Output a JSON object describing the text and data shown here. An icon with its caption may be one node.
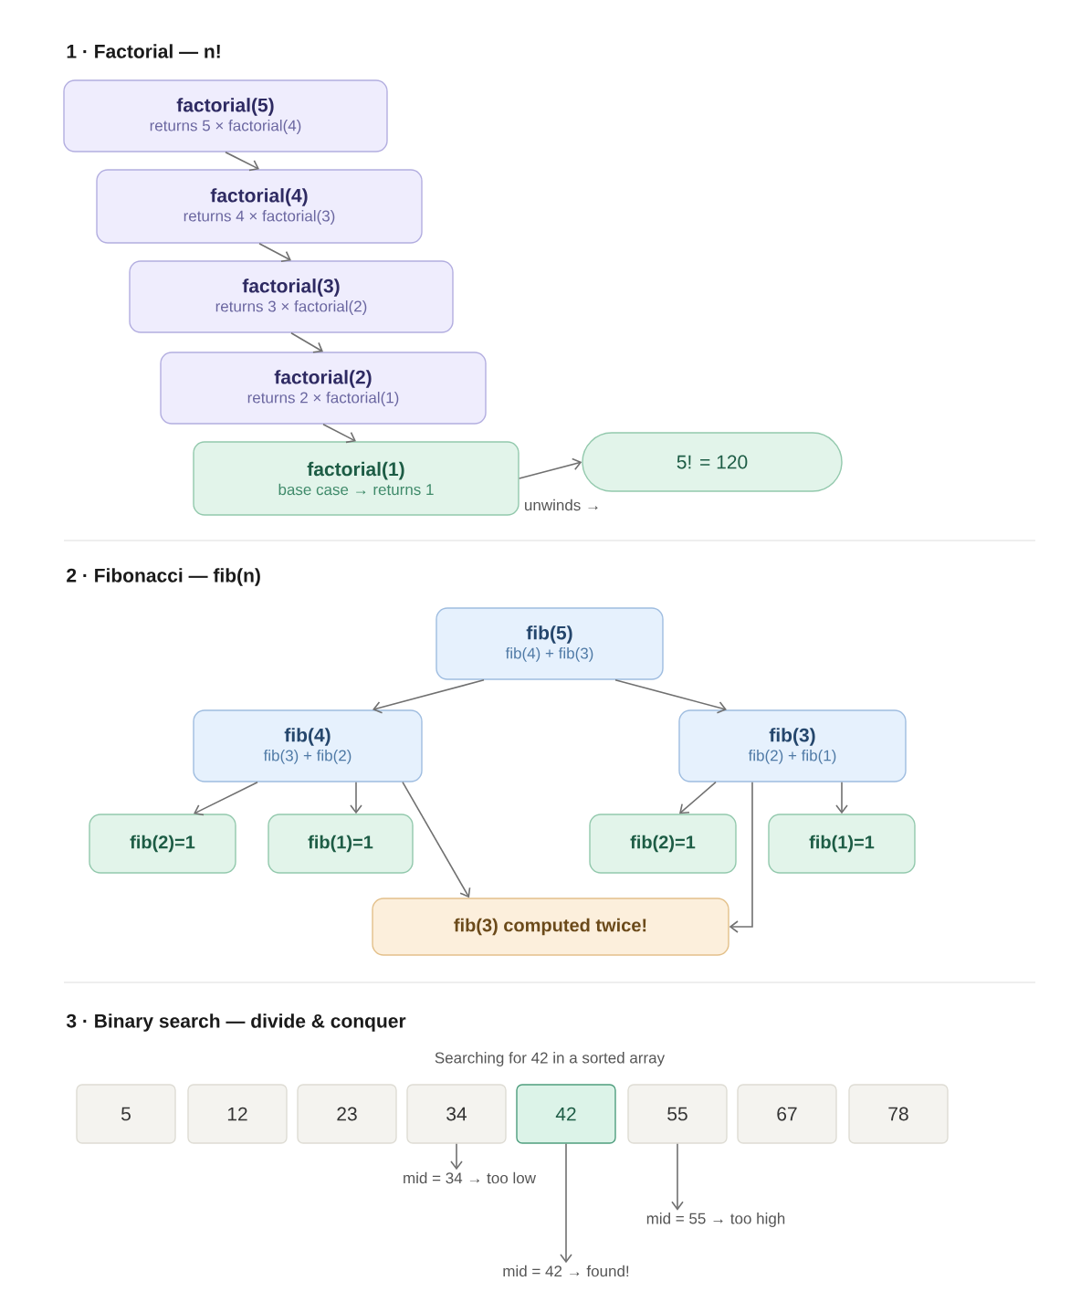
{
  "diagram": {
    "nodes": [
      {
        "text": [
          "factorial(5)",
          "returns 5 × factorial(4)"
        ]
      },
      {
        "text": [
          "factorial(4)",
          "returns 4 × factorial(3)"
        ]
      },
      {
        "text": [
          "factorial(3)",
          "returns 3 × factorial(2)"
        ]
      },
      {
        "text": [
          "factorial(2)",
          "returns 2 × factorial(1)"
        ]
      },
      {
        "text": [
          "factorial(1)",
          "base case → returns 1"
        ]
      },
      {
        "text": [
          "5! = 120"
        ]
      },
      {
        "text": [
          "fib(5)",
          "fib(4) + fib(3)"
        ]
      },
      {
        "text": [
          "fib(4)",
          "fib(3) + fib(2)"
        ]
      },
      {
        "text": [
          "fib(3)",
          "fib(2) + fib(1)"
        ]
      },
      {
        "text": [
          "fib(2)=1"
        ]
      },
      {
        "text": [
          "fib(1)=1"
        ]
      },
      {
        "text": [
          "fib(2)=1"
        ]
      },
      {
        "text": [
          "fib(1)=1"
        ]
      },
      {
        "text": [
          "fib(3) computed twice!"
        ]
      },
      {
        "text": [
          "5"
        ]
      },
      {
        "text": [
          "12"
        ]
      },
      {
        "text": [
          "23"
        ]
      },
      {
        "text": [
          "34"
        ]
      },
      {
        "text": [
          "42"
        ]
      },
      {
        "text": [
          "55"
        ]
      },
      {
        "text": [
          "67"
        ]
      },
      {
        "text": [
          "78"
        ]
      },
      {
        "text": [
          "mid = 34 → too low"
        ]
      },
      {
        "text": [
          "mid = 42 → found!"
        ]
      },
      {
        "text": [
          "mid = 55 → too high"
        ]
      }
    ],
    "edges": [
      {
        "from": 0,
        "to": 1,
        "arrow": "to"
      },
      {
        "from": 1,
        "to": 2,
        "arrow": "to"
      },
      {
        "from": 2,
        "to": 3,
        "arrow": "to"
      },
      {
        "from": 3,
        "to": 4,
        "arrow": "to"
      },
      {
        "from": 4,
        "to": 5,
        "arrow": "to",
        "label": "unwinds →"
      },
      {
        "from": 6,
        "to": 7,
        "arrow": "to"
      },
      {
        "from": 6,
        "to": 8,
        "arrow": "to"
      },
      {
        "from": 7,
        "to": 9,
        "arrow": "to"
      },
      {
        "from": 7,
        "to": 10,
        "arrow": "to"
      },
      {
        "from": 7,
        "to": 13,
        "arrow": "to"
      },
      {
        "from": 8,
        "to": 11,
        "arrow": "to"
      },
      {
        "from": 8,
        "to": 12,
        "arrow": "to"
      },
      {
        "from": 8,
        "to": 13,
        "arrow": "to"
      },
      {
        "from": 17,
        "to": 22,
        "arrow": "to"
      },
      {
        "from": 18,
        "to": 23,
        "arrow": "to"
      },
      {
        "from": 19,
        "to": 24,
        "arrow": "to"
      }
    ],
    "labels": [
      "1 · Factorial — n!",
      "2 · Fibonacci — fib(n)",
      "3 · Binary search — divide & conquer",
      "Searching for 42 in a sorted array"
    ]
  }
}
